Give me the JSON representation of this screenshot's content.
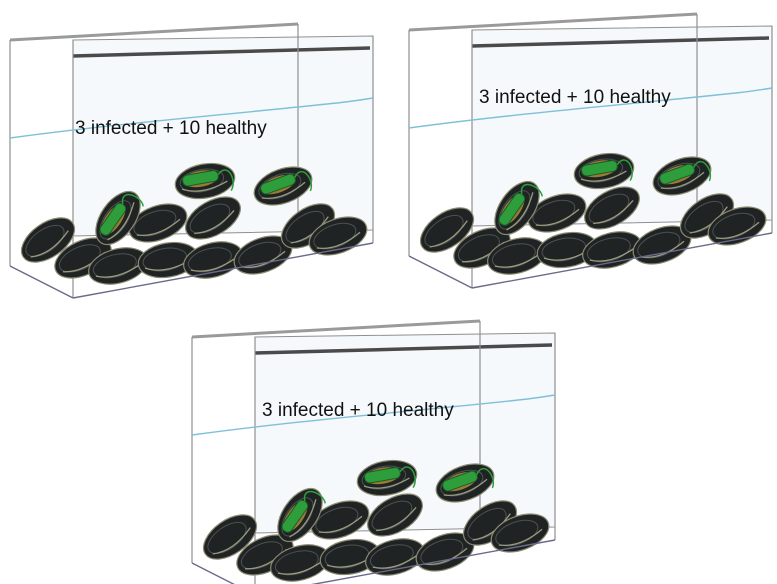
{
  "tanks": [
    {
      "label": "3 infected + 10 healthy",
      "infected": 3,
      "healthy": 10
    },
    {
      "label": "3 infected + 10 healthy",
      "infected": 3,
      "healthy": 10
    },
    {
      "label": "3 infected + 10 healthy",
      "infected": 3,
      "healthy": 10
    }
  ],
  "colors": {
    "glass": "#8f8f8f",
    "rim": "#4a4a4a",
    "water": "#7fc0d8",
    "mussel_shell": "#1f2323",
    "mussel_edge": "#8a8a72",
    "infected_band": "#2e9e3c",
    "infected_meat": "#b08a3a"
  }
}
